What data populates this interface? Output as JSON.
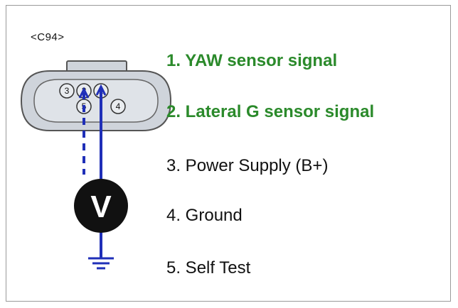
{
  "connector": {
    "label": "<C94>",
    "pin_numbers": {
      "p1": "1",
      "p2": "2",
      "p3": "3",
      "p4": "4",
      "p5": "5"
    }
  },
  "meter": {
    "symbol": "V"
  },
  "pins": [
    {
      "text": "1. YAW sensor signal",
      "highlighted": true
    },
    {
      "text": "2. Lateral G sensor signal",
      "highlighted": true
    },
    {
      "text": "3. Power Supply (B+)",
      "highlighted": false
    },
    {
      "text": "4. Ground",
      "highlighted": false
    },
    {
      "text": "5. Self Test",
      "highlighted": false
    }
  ],
  "colors": {
    "highlight": "#2b8a2b",
    "probe_wire": "#1f2fb8",
    "connector_fill": "#cfd4db",
    "meter_fill": "#111111"
  },
  "icons": {
    "meter": "voltmeter-icon",
    "ground": "ground-symbol-icon"
  }
}
